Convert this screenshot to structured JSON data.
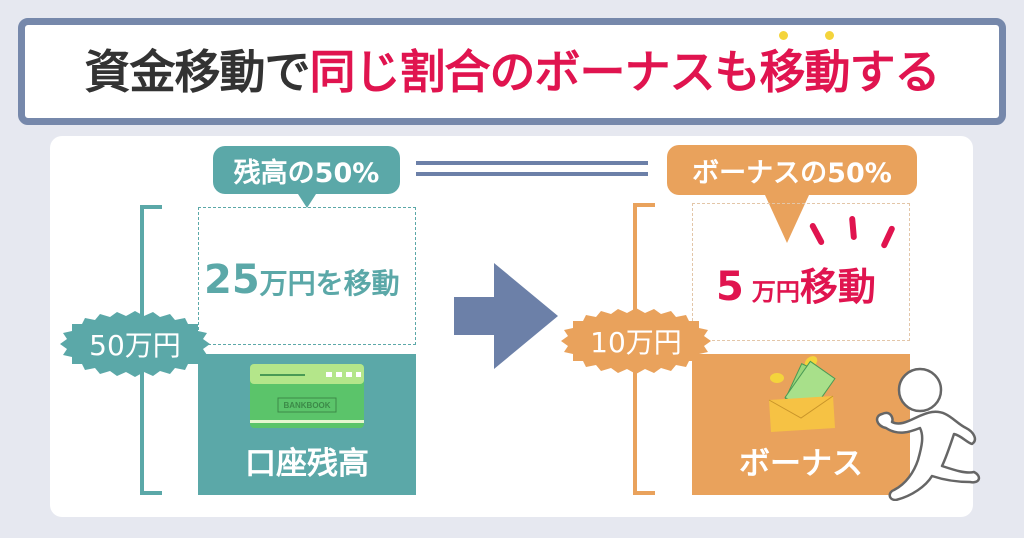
{
  "title": {
    "part1": "資金移動で",
    "part2": "同じ割合のボーナスも移動する",
    "emphasis_dots_over": "移動"
  },
  "left": {
    "bubble": "残高の50%",
    "total_badge": "50万円",
    "move_amount": "25",
    "move_unit": "万円を移動",
    "block_label": "口座残高",
    "block_icon": "bankbook-icon",
    "bankbook_text": "BANKBOOK"
  },
  "right": {
    "bubble": "ボーナスの50%",
    "total_badge": "10万円",
    "move_amount": "5",
    "move_unit": "万円",
    "move_verb": "移動",
    "block_label": "ボーナス",
    "block_icon": "money-envelope-icon"
  },
  "connector": {
    "equals_icon": "equals-icon",
    "arrow_icon": "arrow-right-icon"
  },
  "colors": {
    "teal": "#5ba8a8",
    "orange": "#e9a25c",
    "accent_red": "#e0144f",
    "frame": "#7688ab",
    "background": "#e6e8f0"
  }
}
